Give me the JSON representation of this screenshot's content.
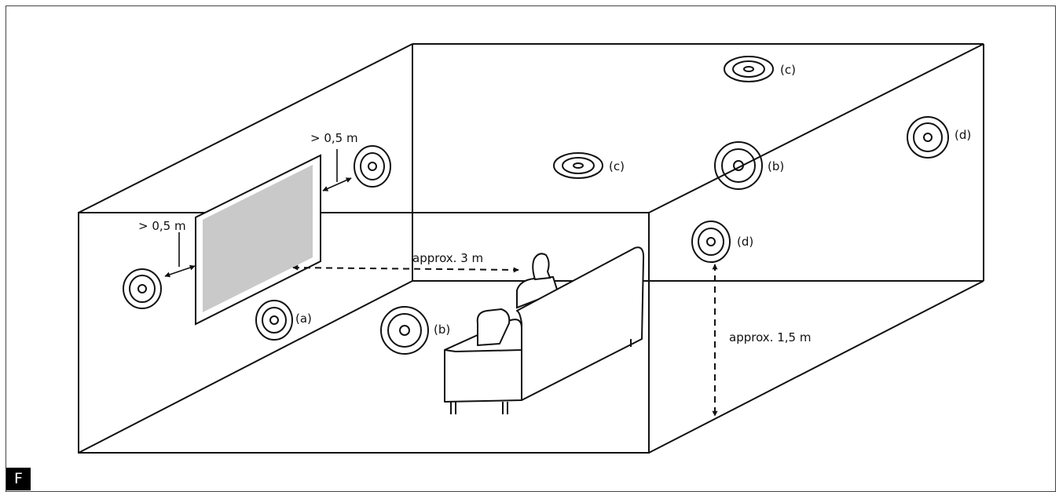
{
  "figure": {
    "corner_tag": "F",
    "labels": {
      "gap_left": "> 0,5 m",
      "gap_right": "> 0,5 m",
      "distance_screen": "approx. 3 m",
      "height": "approx. 1,5 m",
      "speaker_a": "(a)",
      "speaker_b_floor": "(b)",
      "speaker_b_wall": "(b)",
      "speaker_c_top": "(c)",
      "speaker_c_mid": "(c)",
      "speaker_d_right": "(d)",
      "speaker_d_lower": "(d)"
    },
    "colors": {
      "line": "#111111",
      "screen_fill": "#c9c9c9",
      "frame": "#444444"
    }
  }
}
